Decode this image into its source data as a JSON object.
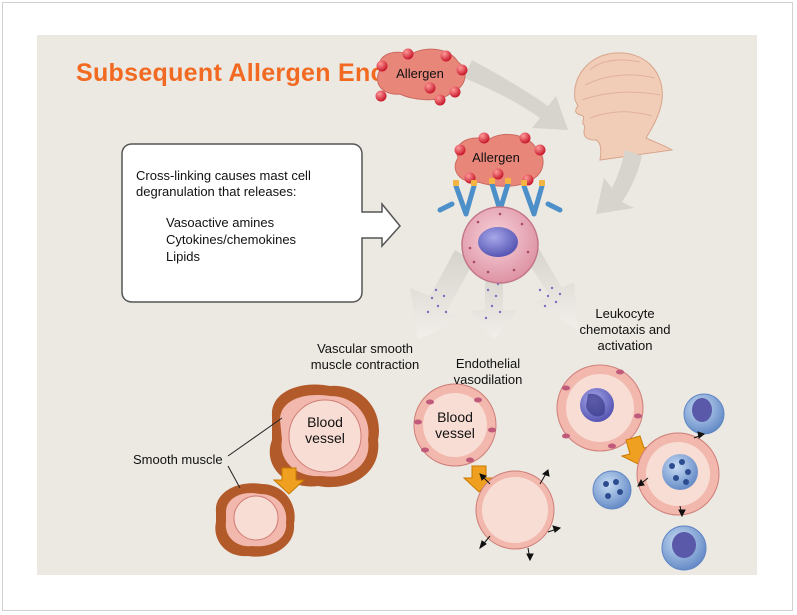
{
  "title": "Subsequent Allergen Encounter",
  "callout": {
    "intro": "Cross-linking causes mast cell degranulation that releases:",
    "items": [
      "Vasoactive amines",
      "Cytokines/chemokines",
      "Lipids"
    ]
  },
  "allergen_label": "Allergen",
  "labels": {
    "vascular": "Vascular smooth muscle contraction",
    "endothelial": "Endothelial vasodilation",
    "leukocyte": "Leukocyte chemotaxis and activation",
    "blood_vessel": "Blood vessel",
    "smooth_muscle": "Smooth muscle"
  },
  "colors": {
    "title": "#f26a21",
    "background": "#ece8e2",
    "allergen": "#e9867a",
    "arrow": "#f0a020",
    "mast_cell": "#e9a6b4",
    "nucleus": "#6f6fc4"
  }
}
